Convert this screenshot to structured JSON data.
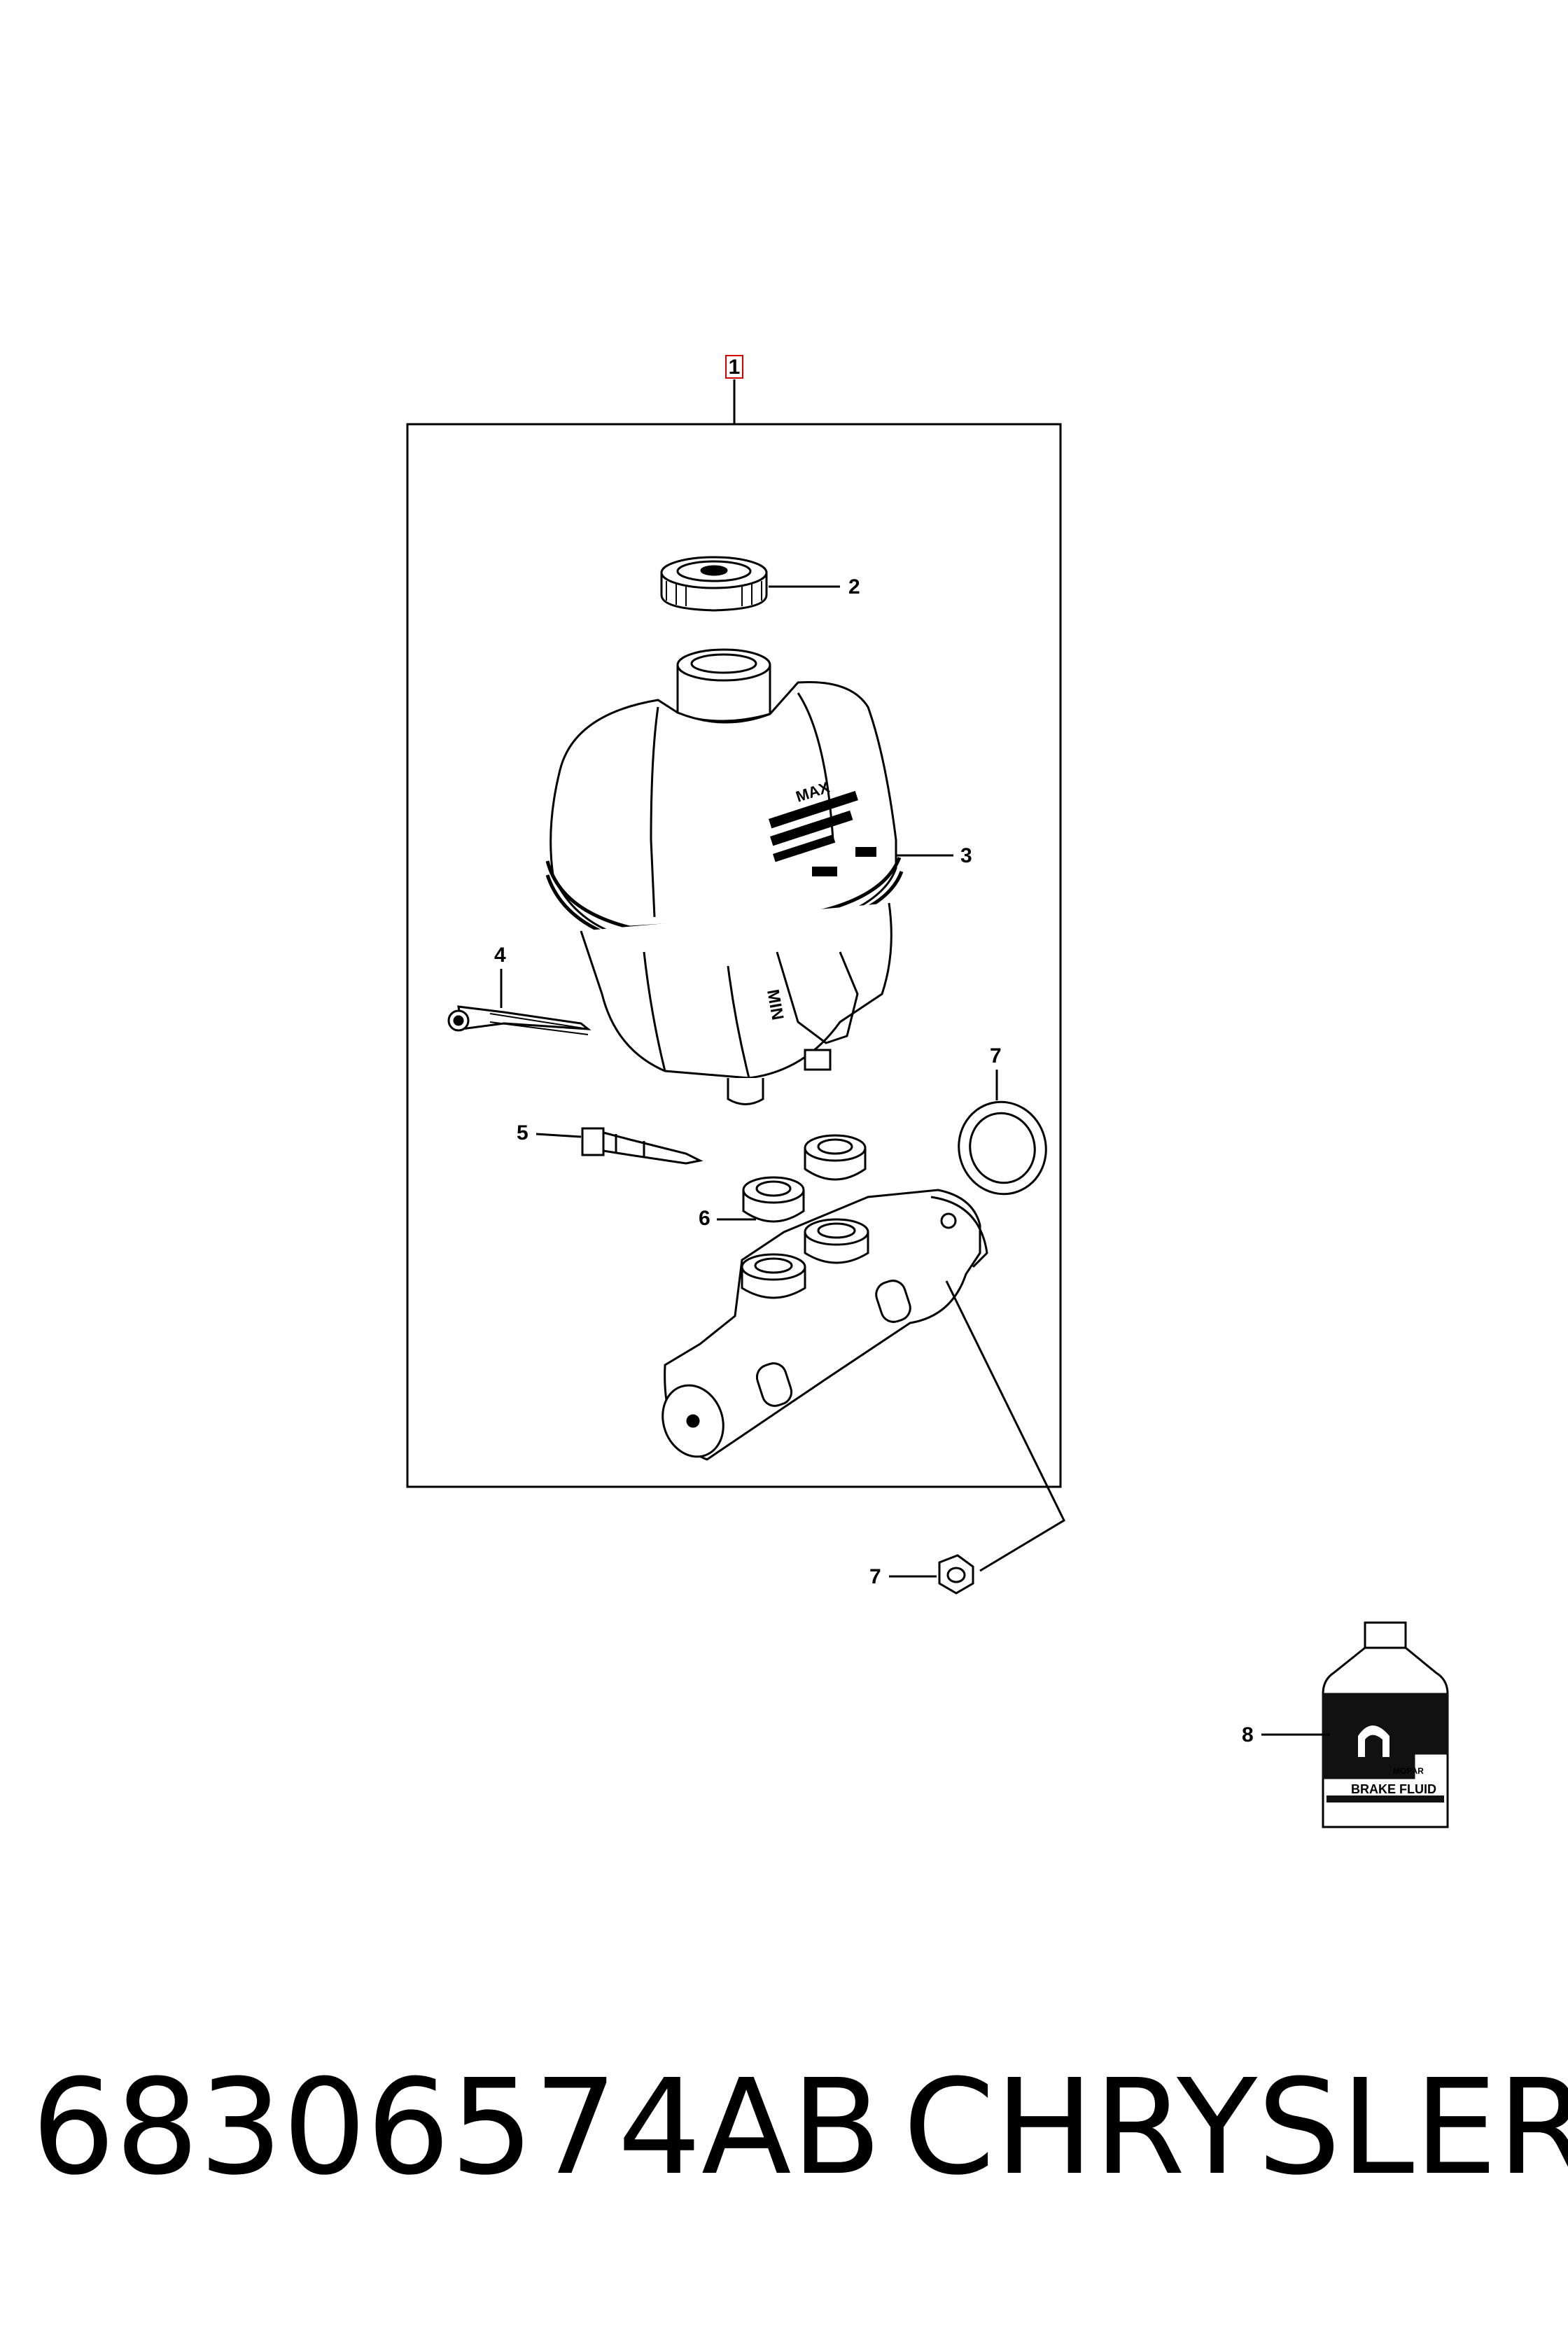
{
  "diagram": {
    "callouts": {
      "c1": "1",
      "c2": "2",
      "c3": "3",
      "c4": "4",
      "c5": "5",
      "c6": "6",
      "c7a": "7",
      "c7b": "7",
      "c8": "8"
    },
    "reservoir_text": {
      "max": "MAX",
      "min": "MIN"
    },
    "bottle_label": {
      "brand": "MOPAR",
      "product": "BRAKE FLUID"
    },
    "colors": {
      "line": "#000000",
      "callout_highlight": "#d00000",
      "bottle_band": "#111111"
    }
  },
  "footer": {
    "part_number": "68306574AB",
    "brand": "CHRYSLER"
  }
}
